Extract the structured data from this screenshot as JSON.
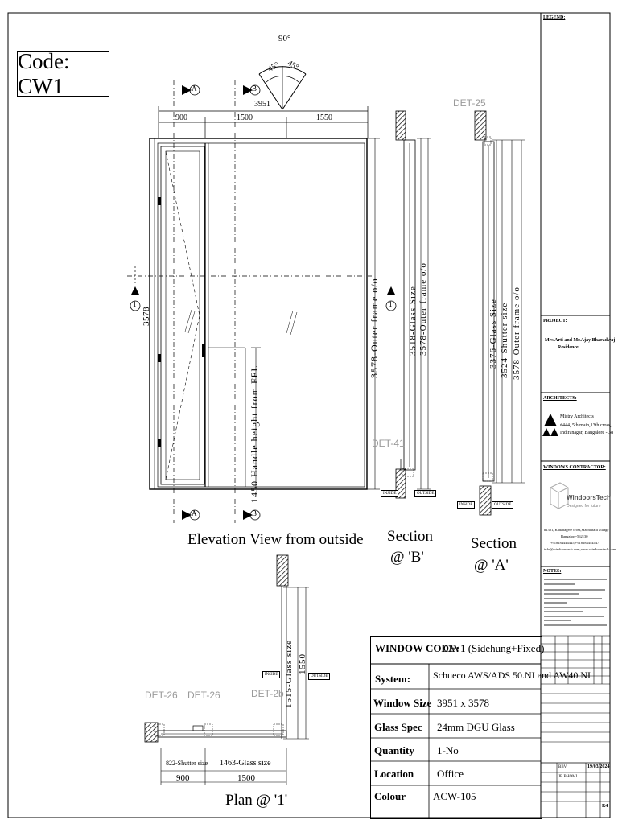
{
  "code_label": "Code: CW1",
  "angle": {
    "total": "90°",
    "left": "45°",
    "right": "45°"
  },
  "grid": {
    "a": "A",
    "b": "B",
    "one": "1"
  },
  "elevation": {
    "overall_width": "3951",
    "width_left": "900",
    "width_mid": "1500",
    "width_right": "1550",
    "height": "3578",
    "handle_height": "1450 Handle height from FFL",
    "outer_frame": "3578-Outer frame o/o",
    "title": "Elevation View from outside"
  },
  "section_b": {
    "glass": "3518-Glass Size",
    "outer": "3578-Outer frame o/o",
    "det": "DET-41",
    "inside": "INSIDE",
    "outside": "OUTSIDE",
    "title_line1": "Section",
    "title_line2": "@ 'B'"
  },
  "section_a": {
    "det": "DET-25",
    "glass": "3376-Glass Size",
    "shutter": "3524-Shutter size",
    "outer": "3578-Outer frame o/o",
    "inside": "INSIDE",
    "outside": "OUTSIDE",
    "title_line1": "Section",
    "title_line2": "@ 'A'"
  },
  "plan": {
    "det_left": "DET-26",
    "det_mid": "DET-26",
    "det_right": "DET-2b",
    "shutter": "822-Shutter size",
    "glass": "1463-Glass size",
    "width_left": "900",
    "width_right": "1500",
    "glass_v": "1515-Glass size",
    "dim_v": "1550",
    "inside": "INSIDE",
    "outside": "OUTSIDE",
    "title": "Plan @ '1'"
  },
  "table": {
    "header_label": "WINDOW CODE:",
    "header_value": "CW1 (Sidehung+Fixed)",
    "rows": [
      {
        "label": "System:",
        "value": "Schueco AWS/ADS 50.NI and AW40.NI"
      },
      {
        "label": "Window Size",
        "value": "3951 x 3578"
      },
      {
        "label": "Glass Spec",
        "value": "24mm DGU Glass"
      },
      {
        "label": "Quantity",
        "value": "1-No"
      },
      {
        "label": "Location",
        "value": "Office"
      },
      {
        "label": "Colour",
        "value": "ACW-105"
      }
    ]
  },
  "side": {
    "legend": "LEGEND:",
    "project_head": "PROJECT:",
    "project_l1": "Mrs.Arti and Mr.Ajay Bharadwaj",
    "project_l2": "Residence",
    "architects_head": "ARCHITECTS:",
    "arch_l1": "Mistry Architects",
    "arch_l2": "#444, 5th main,13th cross,",
    "arch_l3": "Indiranagar, Bangalore - 38",
    "contractor_head": "WINDOWS CONTRACTOR:",
    "brand": "WindoorsTech",
    "brand_tag": "Designed for future",
    "addr_l1": "#1381, Kadabagere cross,Machohalli village",
    "addr_l2": "Bangalore-562130",
    "addr_l3": "+918184444445,+918184444447",
    "addr_l4": "info@windoorstech.com,www.windoorstech.com",
    "notes_head": "NOTES:",
    "by": "BBV",
    "date": "19/03/2024",
    "checked": "JB BHOMI",
    "rev": "R4"
  }
}
